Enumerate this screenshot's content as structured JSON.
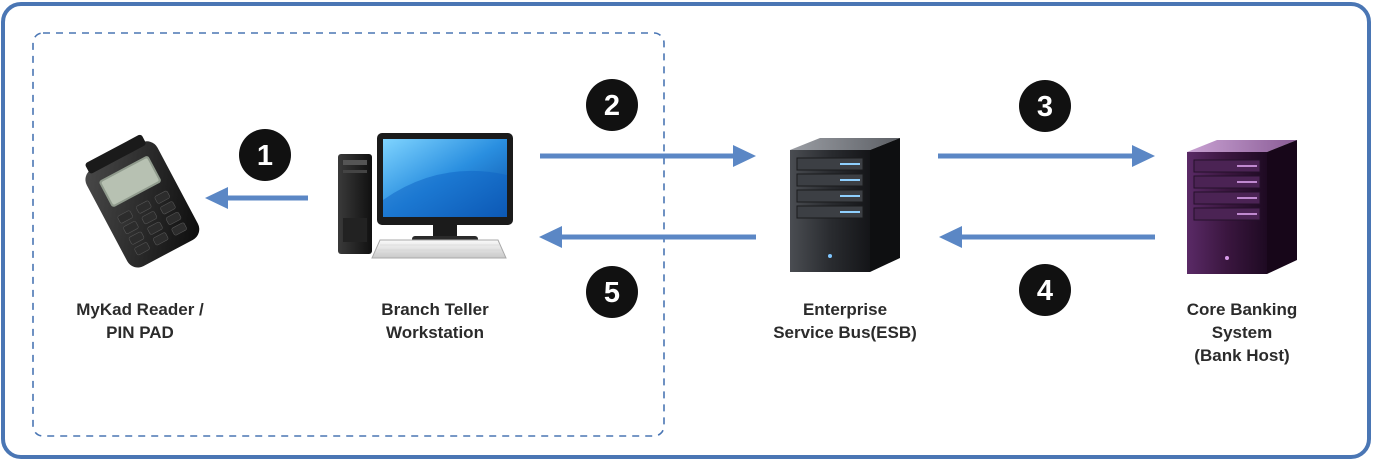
{
  "colors": {
    "frame": "#4a76b4",
    "boundary": "#4a76b4",
    "arrow": "#5b87c5",
    "badge": "#111111",
    "badge_text": "#ffffff",
    "label": "#2b2b2b"
  },
  "nodes": [
    {
      "id": "mykad",
      "icon": "card-reader-icon",
      "label_lines": [
        "MyKad Reader /",
        "PIN PAD"
      ]
    },
    {
      "id": "teller",
      "icon": "workstation-icon",
      "label_lines": [
        "Branch Teller",
        "Workstation"
      ]
    },
    {
      "id": "esb",
      "icon": "server-dark-icon",
      "label_lines": [
        "Enterprise",
        "Service Bus(ESB)"
      ]
    },
    {
      "id": "core",
      "icon": "server-purple-icon",
      "label_lines": [
        "Core Banking",
        "System",
        "(Bank Host)"
      ]
    }
  ],
  "steps": [
    {
      "number": "1",
      "from": "teller",
      "to": "mykad"
    },
    {
      "number": "2",
      "from": "teller",
      "to": "esb"
    },
    {
      "number": "3",
      "from": "esb",
      "to": "core"
    },
    {
      "number": "4",
      "from": "core",
      "to": "esb"
    },
    {
      "number": "5",
      "from": "esb",
      "to": "teller"
    }
  ]
}
